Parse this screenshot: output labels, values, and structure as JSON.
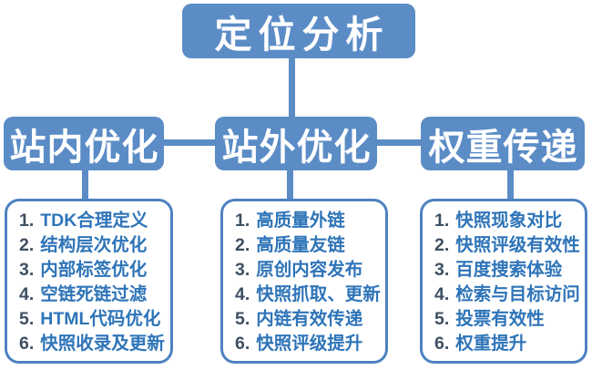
{
  "diagram": {
    "root": {
      "label": "定位分析"
    },
    "branches": [
      {
        "label": "站内优化",
        "items": [
          {
            "num": "1.",
            "text": "TDK合理定义"
          },
          {
            "num": "2.",
            "text": "结构层次优化"
          },
          {
            "num": "3.",
            "text": "内部标签优化"
          },
          {
            "num": "4.",
            "text": "空链死链过滤"
          },
          {
            "num": "5.",
            "text": "HTML代码优化"
          },
          {
            "num": "6.",
            "text": "快照收录及更新"
          }
        ]
      },
      {
        "label": "站外优化",
        "items": [
          {
            "num": "1.",
            "text": "高质量外链"
          },
          {
            "num": "2.",
            "text": "高质量友链"
          },
          {
            "num": "3.",
            "text": "原创内容发布"
          },
          {
            "num": "4.",
            "text": "快照抓取、更新"
          },
          {
            "num": "5.",
            "text": "内链有效传递"
          },
          {
            "num": "6.",
            "text": "快照评级提升"
          }
        ]
      },
      {
        "label": "权重传递",
        "items": [
          {
            "num": "1.",
            "text": "快照现象对比"
          },
          {
            "num": "2.",
            "text": "快照评级有效性"
          },
          {
            "num": "3.",
            "text": "百度搜索体验"
          },
          {
            "num": "4.",
            "text": "检索与目标访问"
          },
          {
            "num": "5.",
            "text": "投票有效性"
          },
          {
            "num": "6.",
            "text": "权重提升"
          }
        ]
      }
    ],
    "colors": {
      "background": "#ffffff",
      "node_fill": "#5b8cc6",
      "node_text": "#ffffff",
      "list_border": "#4e82c0",
      "item_text": "#2e74b8",
      "item_number": "#3d4f63"
    }
  }
}
